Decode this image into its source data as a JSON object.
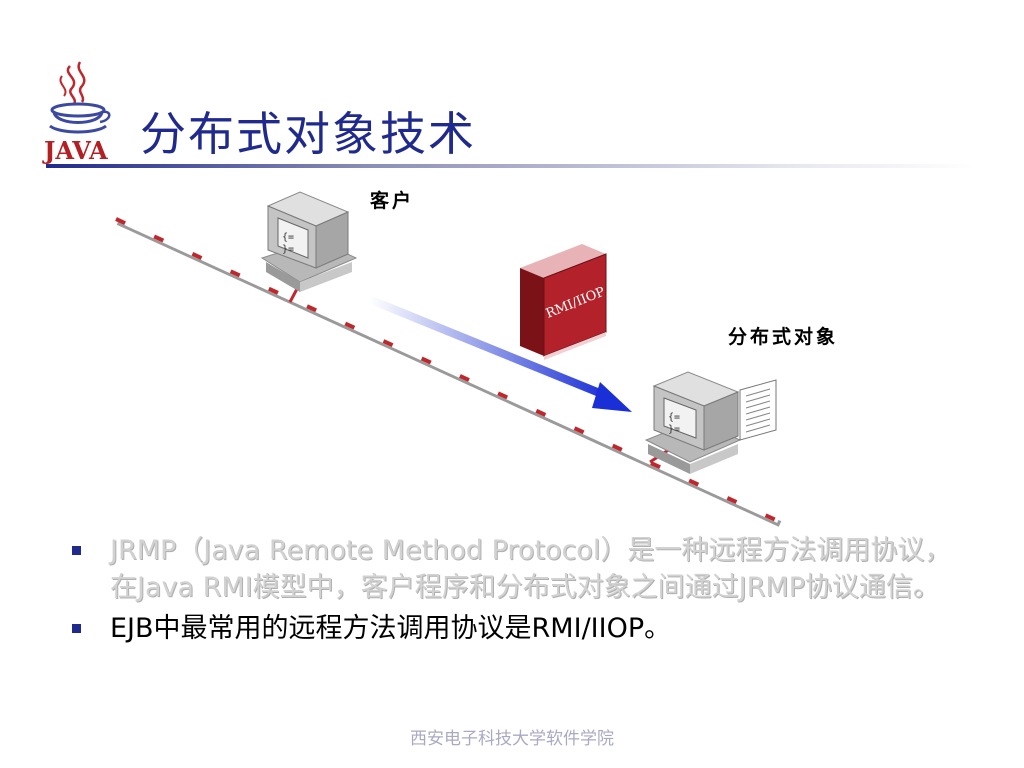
{
  "logo": {
    "text": "JAVA"
  },
  "title": "分布式对象技术",
  "diagram": {
    "client_label": "客户",
    "distributed_label": "分布式对象",
    "book_label": "RMI/IIOP"
  },
  "bullets": [
    {
      "text": "JRMP（Java Remote Method Protocol）是一种远程方法调用协议，在Java RMI模型中，客户程序和分布式对象之间通过JRMP协议通信。"
    },
    {
      "text": "EJB中最常用的远程方法调用协议是RMI/IIOP。"
    }
  ],
  "footer": "西安电子科技大学软件学院",
  "colors": {
    "title": "#1f2a8c",
    "bullet": "#1f2a8c",
    "network_red": "#c0272d",
    "book": "#b3222b",
    "arrow": "#1a2fd6"
  }
}
